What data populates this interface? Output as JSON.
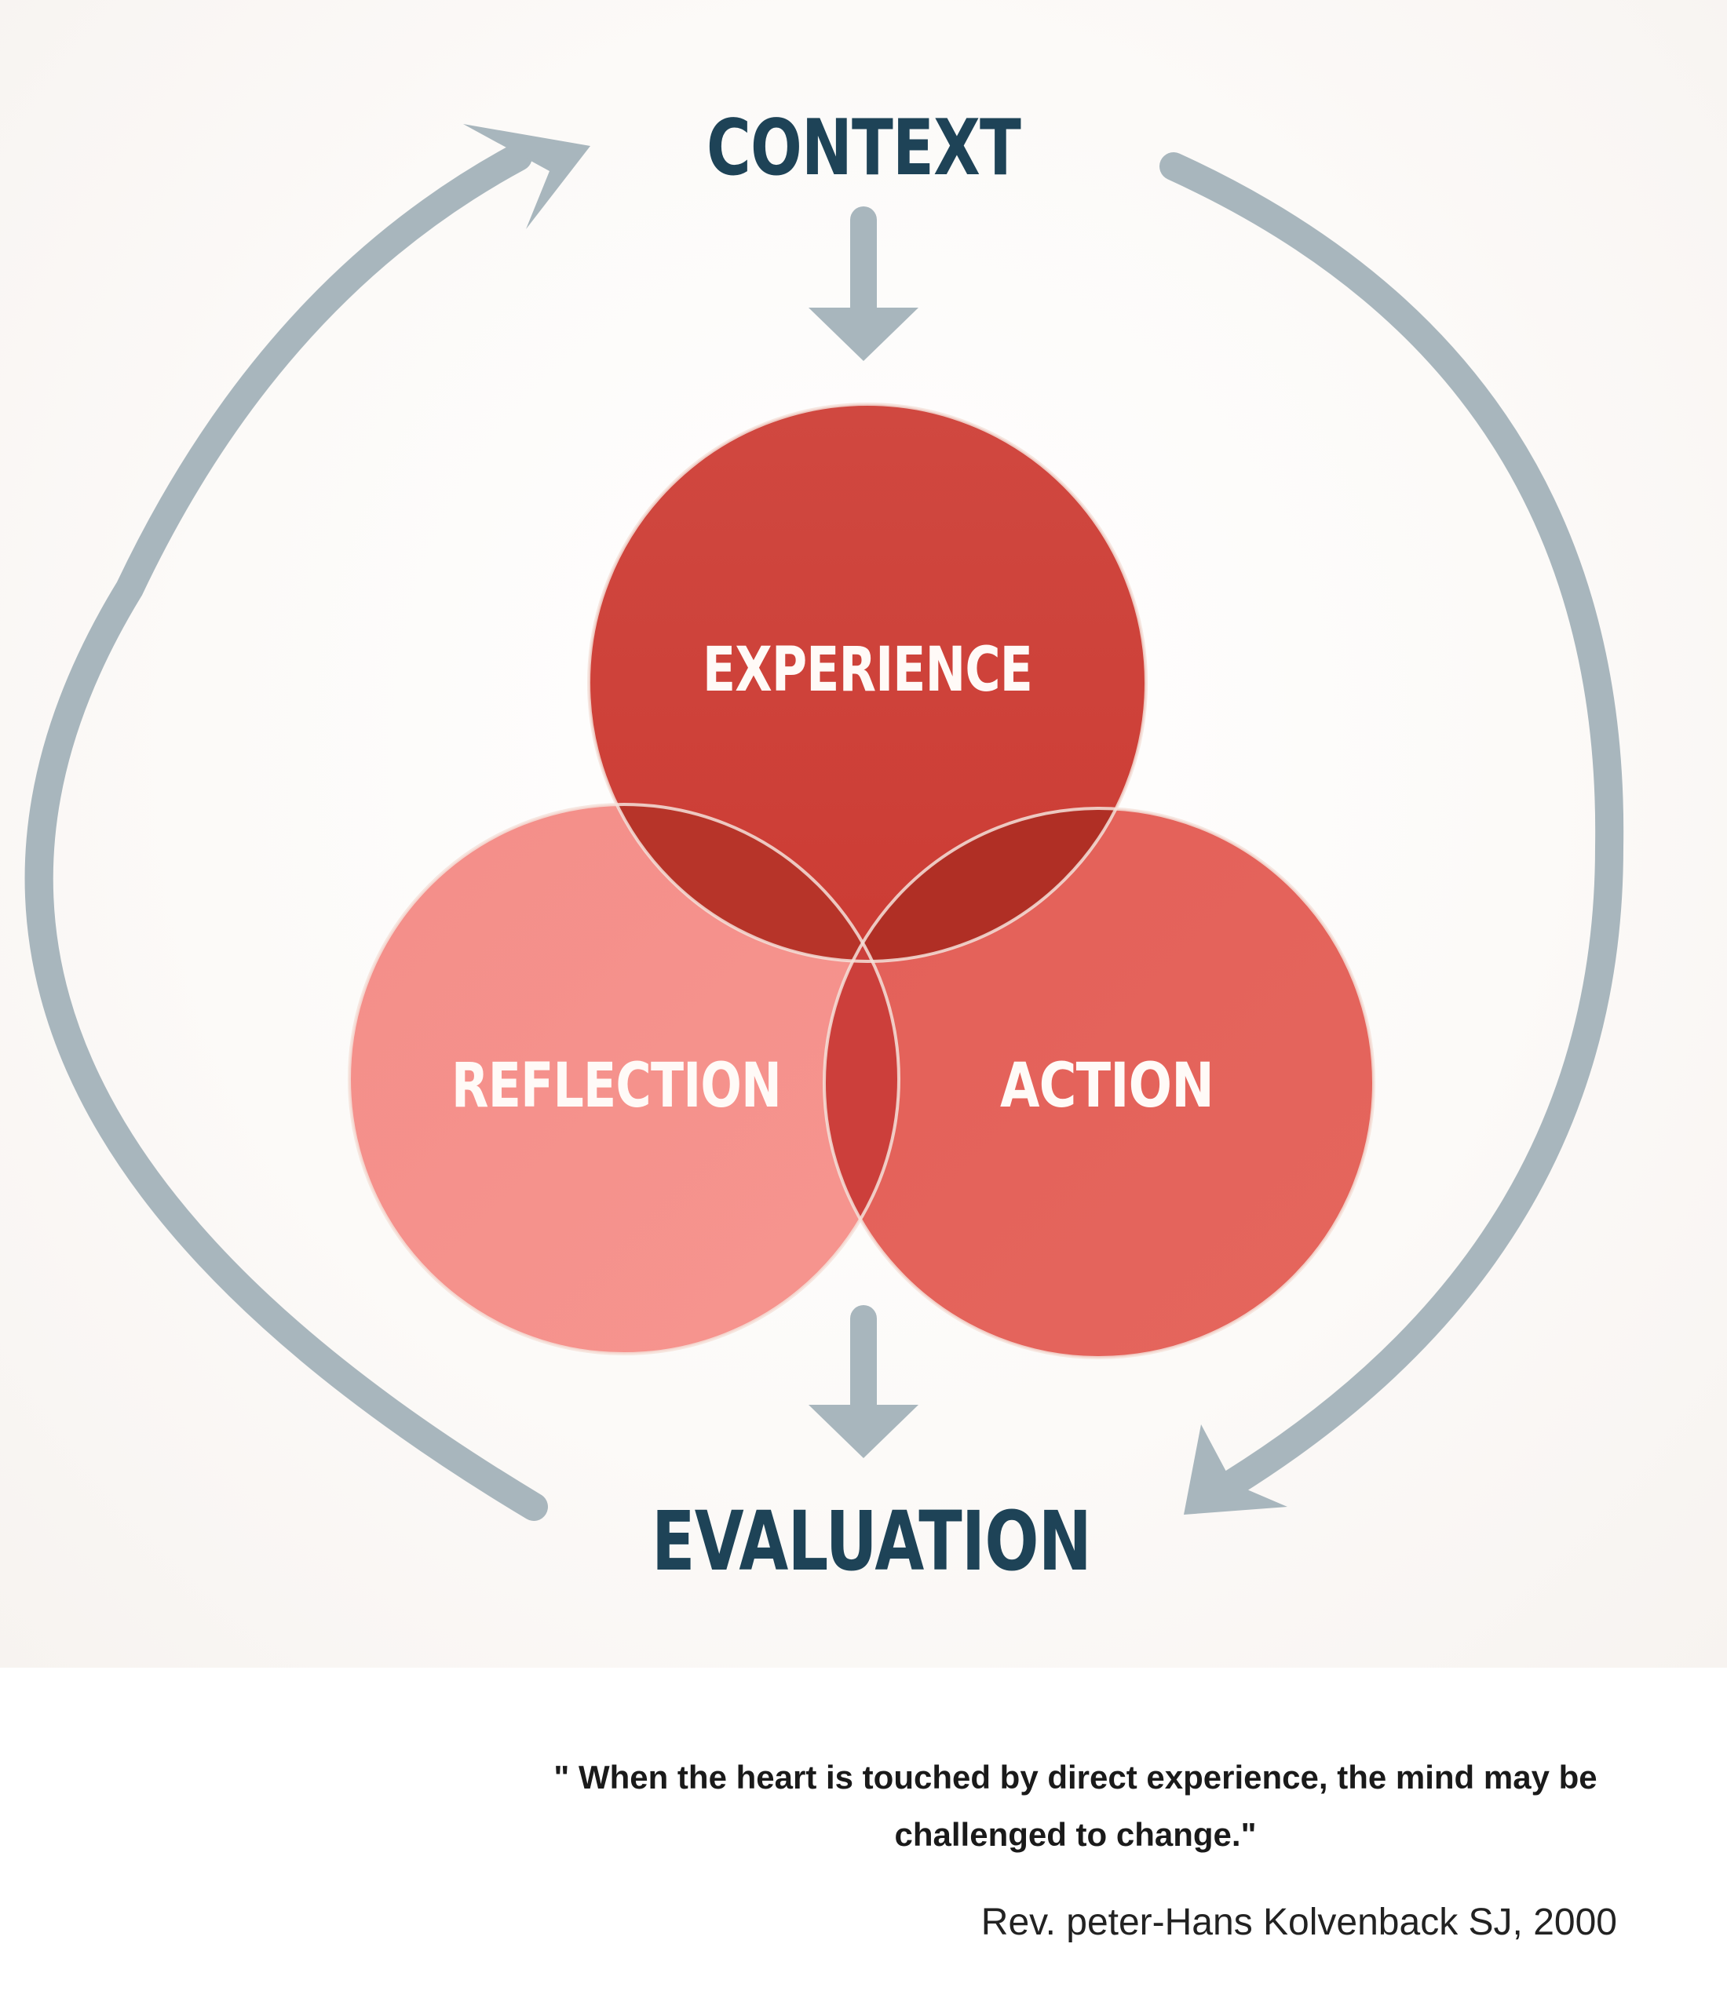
{
  "diagram": {
    "nodes": {
      "context": "CONTEXT",
      "experience": "EXPERIENCE",
      "reflection": "REFLECTION",
      "action": "ACTION",
      "evaluation": "EVALUATION"
    }
  },
  "quote": {
    "text": "\" When the heart is touched by direct experience, the mind may be challenged to change.\"",
    "attribution": "Rev. peter-Hans Kolvenback SJ, 2000"
  },
  "colors": {
    "heading": "#1e4357",
    "experience_circle": "#cf4038",
    "reflection_circle": "#f58f8a",
    "action_circle": "#e3625a",
    "arrows": "#a8b6bd",
    "circle_outline": "#f5e2da"
  }
}
